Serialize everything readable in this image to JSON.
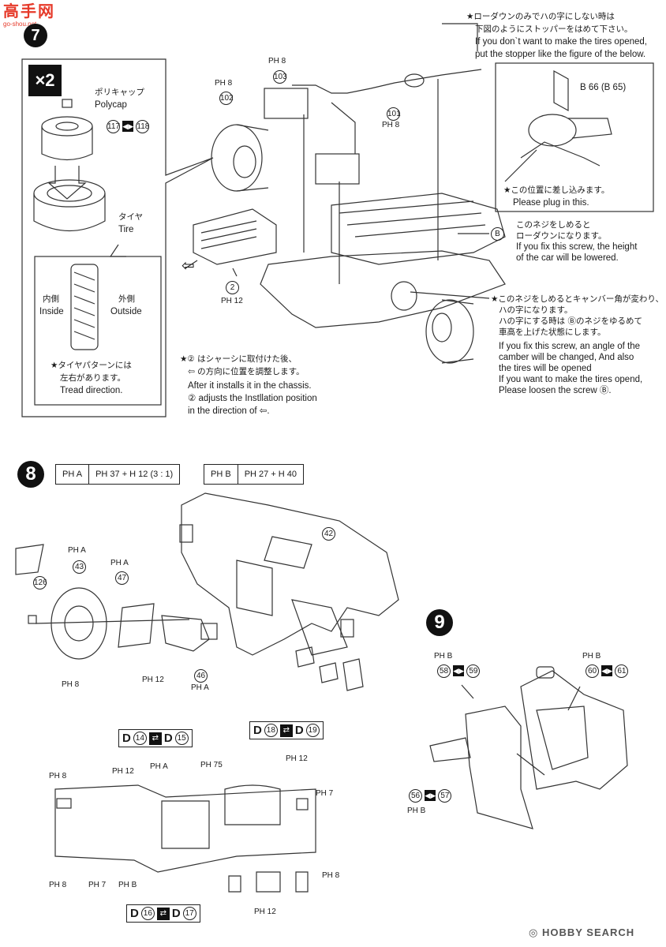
{
  "header": {
    "logo_text": "高手网",
    "logo_sub": "go-shou.net",
    "step7": "7"
  },
  "step7": {
    "times_label": "×2",
    "polycap_jp": "ポリキャップ",
    "polycap_en": "Polycap",
    "parts_117": "117",
    "parts_118": "118",
    "tire_jp": "タイヤ",
    "tire_en": "Tire",
    "inside_jp": "内側",
    "inside_en": "Inside",
    "outside_jp": "外側",
    "outside_en": "Outside",
    "tread_jp1": "★タイヤパターンには",
    "tread_jp2": "左右があります。",
    "tread_en": "Tread direction.",
    "lowdown_jp1": "★ローダウンのみでハの字にしない時は",
    "lowdown_jp2": "下図のようにストッパーをはめて下さい。",
    "lowdown_en1": "If you don`t want to make the tires opened,",
    "lowdown_en2": "put the stopper like the figure of the below.",
    "stopper_b66": "B 66 (B 65)",
    "plugin_jp": "★この位置に差し込みます。",
    "plugin_en": "Please plug in this.",
    "screwB_jp1": "このネジをしめると",
    "screwB_jp2": "ローダウンになります。",
    "screwB_en1": "If you fix this screw, the height",
    "screwB_en2": "of the car will be lowered.",
    "camber_jp1": "★このネジをしめるとキャンバー角が変わり、",
    "camber_jp2": "ハの字になります。",
    "camber_jp3": "ハの字にする時は Ⓑのネジをゆるめて",
    "camber_jp4": "車高を上げた状態にします。",
    "camber_en1": "If you fix this screw, an angle of the",
    "camber_en2": "camber will be changed, And also",
    "camber_en3": "the tires will be opened",
    "camber_en4": "If you want to make the tires opend,",
    "camber_en5": "Please loosen the screw Ⓑ.",
    "chassis_jp1": "★② はシャーシに取付けた後、",
    "chassis_jp2": "⇦ の方向に位置を調整します。",
    "chassis_en1": "After it installs it in the chassis.",
    "chassis_en2": "② adjusts the Instllation position",
    "chassis_en3": "in the direction of ⇦.",
    "parts": [
      "102",
      "103",
      "101",
      "2"
    ],
    "ph_labels": [
      "PH 8",
      "PH 8",
      "PH 8",
      "PH 12"
    ]
  },
  "step8": {
    "num": "8",
    "paint_table_a": [
      "PH A",
      "PH 37 + H 12 (3 : 1)"
    ],
    "paint_table_b": [
      "PH B",
      "PH 27 + H 40"
    ],
    "parts": [
      "42",
      "43",
      "47",
      "126",
      "46"
    ],
    "ph_labels": [
      "PH A",
      "PH A",
      "PH 8",
      "PH 12",
      "PH A",
      "PH 8",
      "PH 12",
      "PH A",
      "PH 75",
      "PH 12",
      "PH 7",
      "PH 8",
      "PH 7",
      "PH B",
      "PH 8",
      "PH 12"
    ],
    "decals": [
      {
        "a": "14",
        "b": "15"
      },
      {
        "a": "18",
        "b": "19"
      },
      {
        "a": "16",
        "b": "17"
      }
    ]
  },
  "step9": {
    "num": "9",
    "pairs": [
      {
        "a": "58",
        "b": "59",
        "ph": "PH B"
      },
      {
        "a": "60",
        "b": "61",
        "ph": "PH B"
      },
      {
        "a": "56",
        "b": "57",
        "ph": "PH B"
      }
    ]
  },
  "footer": {
    "watermark": "HOBBY SEARCH"
  }
}
